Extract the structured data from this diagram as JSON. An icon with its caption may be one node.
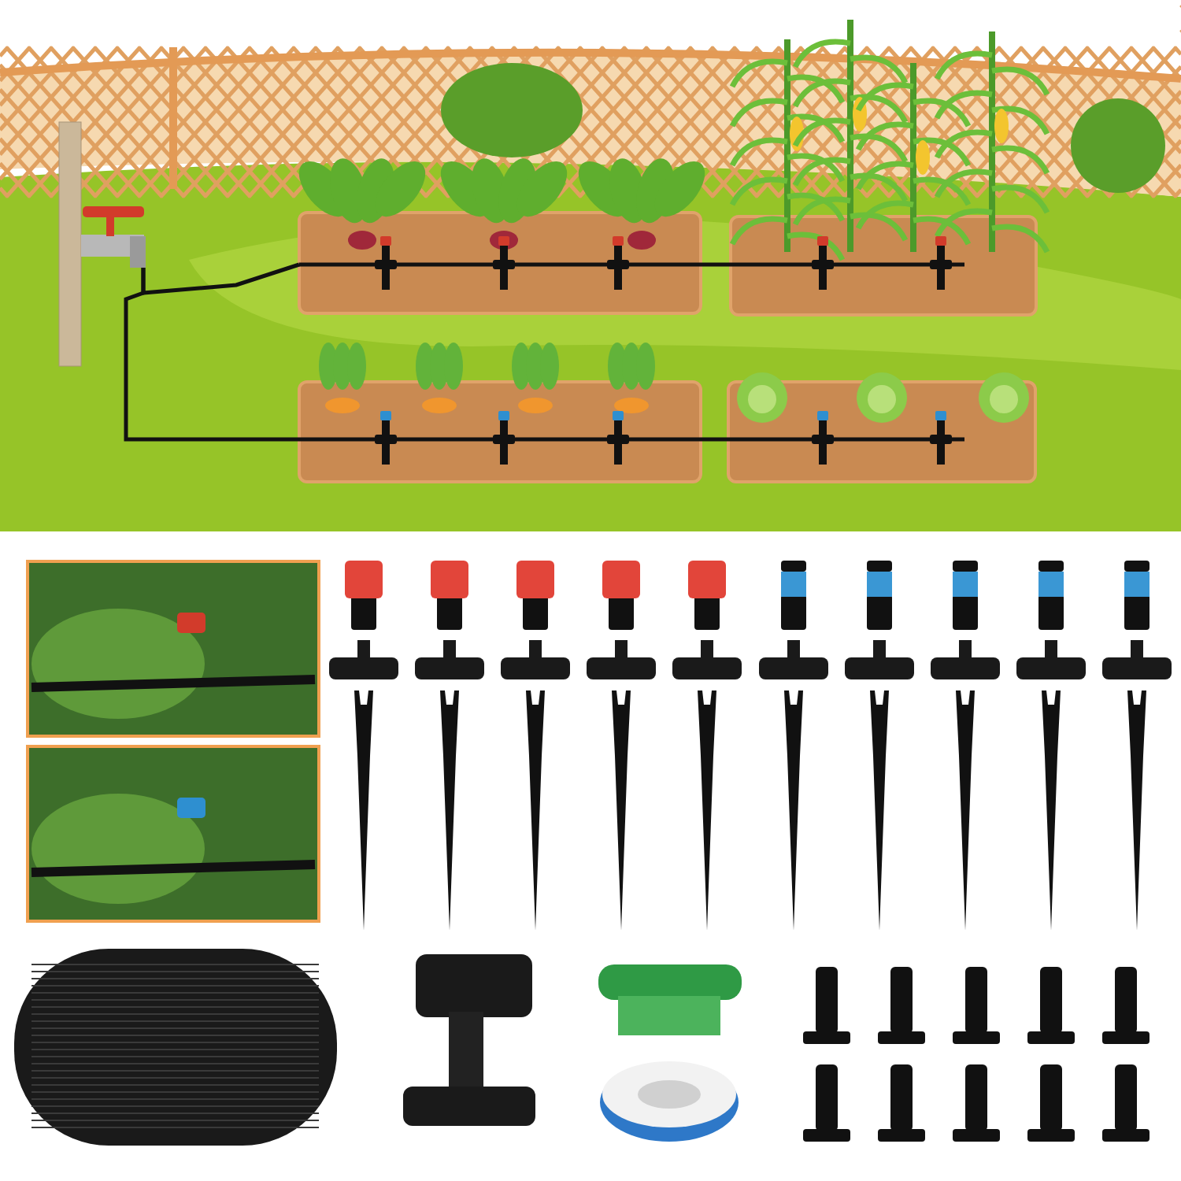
{
  "diagram": {
    "nodes": [
      {
        "text": [],
        "shape": "picture"
      },
      {
        "text": [],
        "shape": "box"
      },
      {
        "text": [],
        "shape": "box"
      },
      {
        "text": [],
        "shape": "box"
      },
      {
        "text": [],
        "shape": "box"
      }
    ],
    "edges": [
      {
        "from": 0,
        "to": 1,
        "arrow": "none"
      },
      {
        "from": 1,
        "to": 2,
        "arrow": "none"
      },
      {
        "from": 0,
        "to": 3,
        "arrow": "none"
      },
      {
        "from": 3,
        "to": 4,
        "arrow": "none"
      }
    ]
  }
}
